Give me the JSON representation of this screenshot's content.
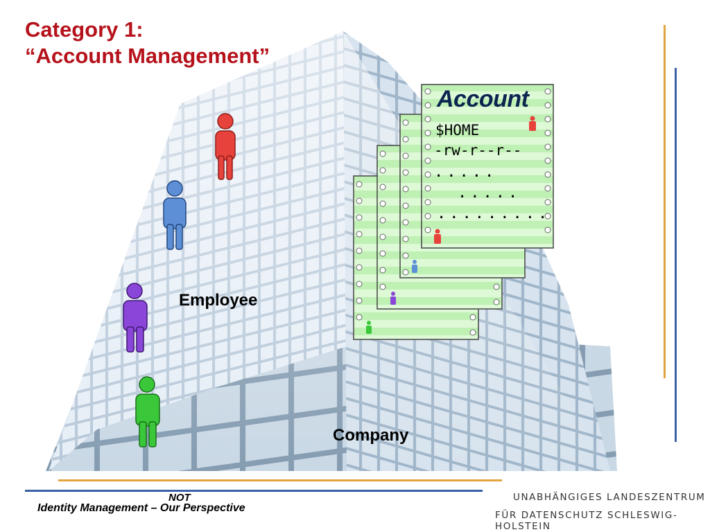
{
  "title": {
    "line1": "Category 1:",
    "line2": "“Account Management”"
  },
  "labels": {
    "employee": "Employee",
    "company": "Company"
  },
  "account_card": {
    "title": "Account",
    "home": "$HOME",
    "permissions": "-rw-r--r--",
    "dots_1": ".....",
    "dots_2": ".....",
    "dots_3": "........."
  },
  "people": [
    {
      "color": "red",
      "hex": "#e8423c"
    },
    {
      "color": "blue",
      "hex": "#5c8fd6"
    },
    {
      "color": "purple",
      "hex": "#8a45d9"
    },
    {
      "color": "green",
      "hex": "#3ac83a"
    }
  ],
  "footer": {
    "not": "NOT",
    "subtitle": "Identity Management – Our Perspective",
    "brand_line1": "UNABHÄNGIGES LANDESZENTRUM",
    "brand_line2": "FÜR DATENSCHUTZ SCHLESWIG-HOLSTEIN"
  },
  "colors": {
    "title": "#b5121b",
    "accent_orange": "#e3a33e",
    "accent_blue": "#3a5fa6",
    "card_green": "#cdf5c4"
  }
}
